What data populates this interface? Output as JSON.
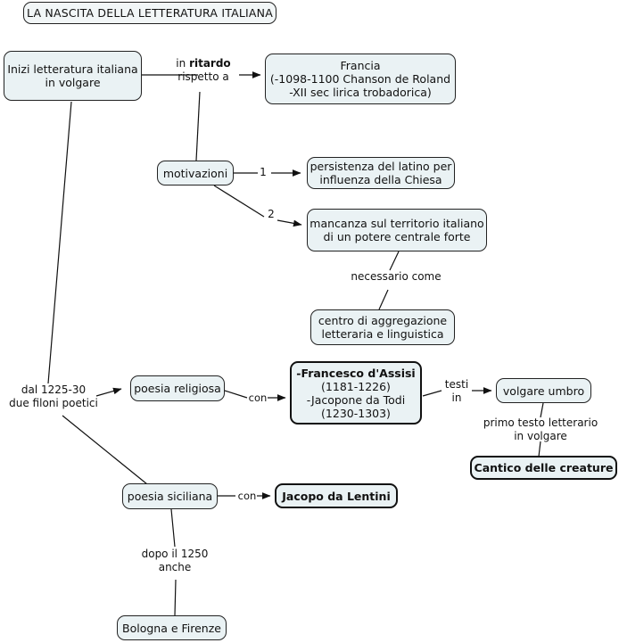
{
  "diagram": {
    "title": "LA NASCITA DELLA LETTERATURA ITALIANA",
    "background_color": "#ffffff",
    "node_fill_color": "#eaf2f4",
    "node_border_color": "#222222",
    "text_color": "#111111"
  },
  "nodes": {
    "title": {
      "text": "LA NASCITA DELLA LETTERATURA ITALIANA"
    },
    "inizi": {
      "line1": "Inizi letteratura italiana",
      "line2": "in volgare"
    },
    "francia": {
      "line1": "Francia",
      "line2": "(-1098-1100 Chanson de Roland",
      "line3": "-XII sec lirica trobadorica)"
    },
    "motivazioni": {
      "text": "motivazioni"
    },
    "persistenza": {
      "line1": "persistenza del latino per",
      "line2": "influenza della Chiesa"
    },
    "mancanza": {
      "line1": "mancanza sul territorio italiano",
      "line2": "di un potere centrale forte"
    },
    "centro": {
      "line1": "centro di aggregazione",
      "line2": "letteraria e linguistica"
    },
    "poesia_religiosa": {
      "text": "poesia religiosa"
    },
    "autori_religiosi": {
      "line1": "-Francesco d'Assisi",
      "line2": "(1181-1226)",
      "line3": "-Jacopone da Todi",
      "line4": "(1230-1303)"
    },
    "volgare_umbro": {
      "text": "volgare umbro"
    },
    "cantico": {
      "text": "Cantico delle creature"
    },
    "poesia_siciliana": {
      "text": "poesia siciliana"
    },
    "jacopo": {
      "text": "Jacopo da Lentini"
    },
    "bologna_firenze": {
      "text": "Bologna e Firenze"
    }
  },
  "edge_labels": {
    "ritardo_line1_a": "in ",
    "ritardo_line1_b": "ritardo",
    "ritardo_line2": "rispetto a",
    "num_one": "1",
    "num_two": "2",
    "necessario_come": "necessario come",
    "due_filoni_line1": "dal 1225-30",
    "due_filoni_line2": "due filoni poetici",
    "con_religiosa": "con",
    "testi_line1": "testi",
    "testi_line2": "in",
    "primo_testo_line1": "primo testo letterario",
    "primo_testo_line2": "in volgare",
    "con_siciliana": "con",
    "dopo_line1": "dopo il 1250",
    "dopo_line2": "anche"
  }
}
